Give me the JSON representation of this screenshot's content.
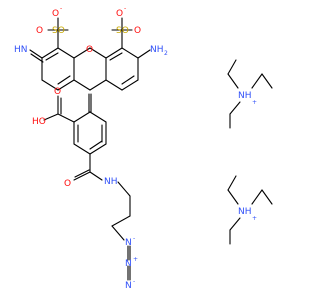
{
  "colors": {
    "background": "#ffffff",
    "bond": "#000000",
    "oxygen": "#ff0d0d",
    "sulfur": "#c8a800",
    "nitrogen": "#3050f8",
    "carbon_hydrogen": "#000000"
  },
  "labels": {
    "so3_left": "SO",
    "so3_right": "SO",
    "sub3": "3",
    "o_minus": "O",
    "minus": "-",
    "hn": "HN",
    "nh2": "NH",
    "sub2": "2",
    "ring_o": "O",
    "cooh": "HO",
    "carbonyl_o": "O",
    "amide_nh": "NH",
    "azide_n1": "N",
    "azide_n2": "N",
    "azide_n3": "N",
    "plus": "+",
    "ammonium_1": "NH",
    "ammonium_2": "NH"
  }
}
